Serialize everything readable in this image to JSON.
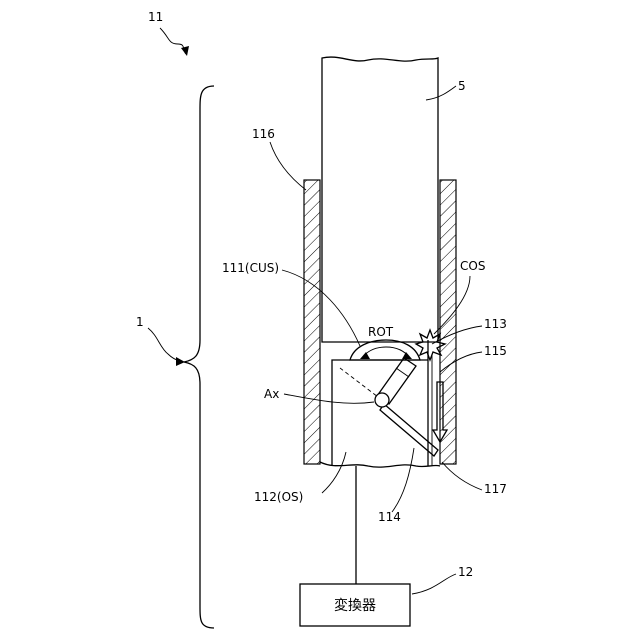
{
  "figure": {
    "labels": {
      "system_ref": "11",
      "brace_ref": "1",
      "shaft_ref": "5",
      "sleeve_ref": "116",
      "cus_ref": "111(CUS)",
      "cos_ref": "COS",
      "rot_label": "ROT",
      "ref_113": "113",
      "ref_115": "115",
      "axis_label": "Ax",
      "os_ref": "112(OS)",
      "ref_114": "114",
      "ref_117": "117",
      "converter_ref": "12"
    },
    "converter_box": {
      "label": "変換器"
    }
  }
}
